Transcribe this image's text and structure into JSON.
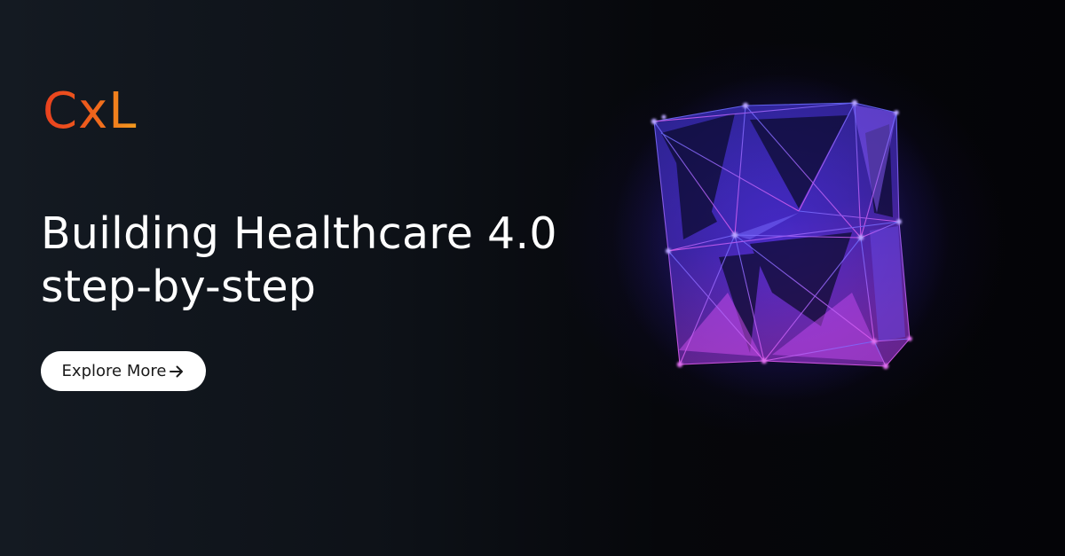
{
  "brand": {
    "logo_text": "CxL",
    "logo_gradient": [
      "#e8401f",
      "#f39a1e"
    ]
  },
  "hero": {
    "headline": "Building Healthcare 4.0 step-by-step",
    "cta_label": "Explore More",
    "cta_icon": "arrow-right-icon"
  },
  "artwork": {
    "name": "polygon-mesh-cube",
    "colors": [
      "#3a3cff",
      "#7b3cff",
      "#c43cf0",
      "#1a1480"
    ]
  }
}
